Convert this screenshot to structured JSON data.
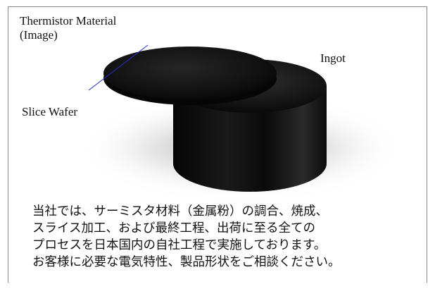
{
  "labels": {
    "material_line1": "Thermistor Material",
    "material_line2": "(Image)",
    "ingot": "Ingot",
    "wafer": "Slice Wafer"
  },
  "description": {
    "lines": [
      "当社では、サーミスタ材料（金属粉）の調合、焼成、",
      "スライス加工、および最終工程、出荷に至る全ての",
      "プロセスを日本国内の自社工程で実施しております。",
      "お客様に必要な電気特性、製品形状をご相談ください。"
    ]
  },
  "colors": {
    "pointer_line": "#2233cc",
    "frame_border": "#8a8a8a"
  }
}
